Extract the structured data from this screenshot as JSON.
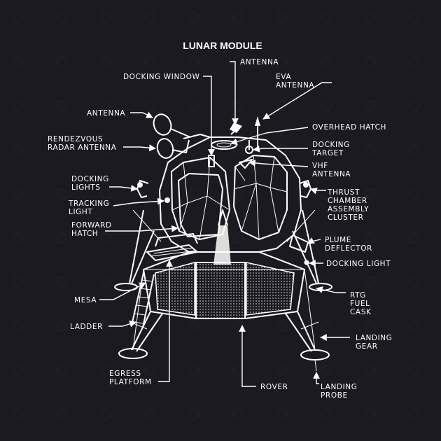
{
  "title": "LUNAR MODULE",
  "labels": {
    "antenna_top": "ANTENNA",
    "eva_antenna_1": "EVA",
    "eva_antenna_2": "ANTENNA",
    "docking_window": "DOCKING WINDOW",
    "antenna_left": "ANTENNA",
    "overhead_hatch": "OVERHEAD HATCH",
    "rendezvous_1": "RENDEZVOUS",
    "rendezvous_2": "RADAR ANTENNA",
    "docking_target_1": "DOCKING",
    "docking_target_2": "TARGET",
    "vhf_1": "VHF",
    "vhf_2": "ANTENNA",
    "docking_lights_1": "DOCKING",
    "docking_lights_2": "LIGHTS",
    "thrust_1": "THRUST",
    "thrust_2": "CHAMBER",
    "thrust_3": "ASSEMBLY",
    "thrust_4": "CLUSTER",
    "tracking_1": "TRACKING",
    "tracking_2": "LIGHT",
    "forward_hatch_1": "FORWARD",
    "forward_hatch_2": "HATCH",
    "plume_1": "PLUME",
    "plume_2": "DEFLECTOR",
    "docking_light": "DOCKING LIGHT",
    "mesa": "MESA",
    "rtg_1": "RTG",
    "rtg_2": "FUEL",
    "rtg_3": "CASK",
    "ladder": "LADDER",
    "landing_gear_1": "LANDING",
    "landing_gear_2": "GEAR",
    "egress_1": "EGRESS",
    "egress_2": "PLATFORM",
    "rover": "ROVER",
    "landing_probe_1": "LANDING",
    "landing_probe_2": "PROBE"
  },
  "colors": {
    "background": "#1b1a20",
    "ink": "#ffffff"
  }
}
